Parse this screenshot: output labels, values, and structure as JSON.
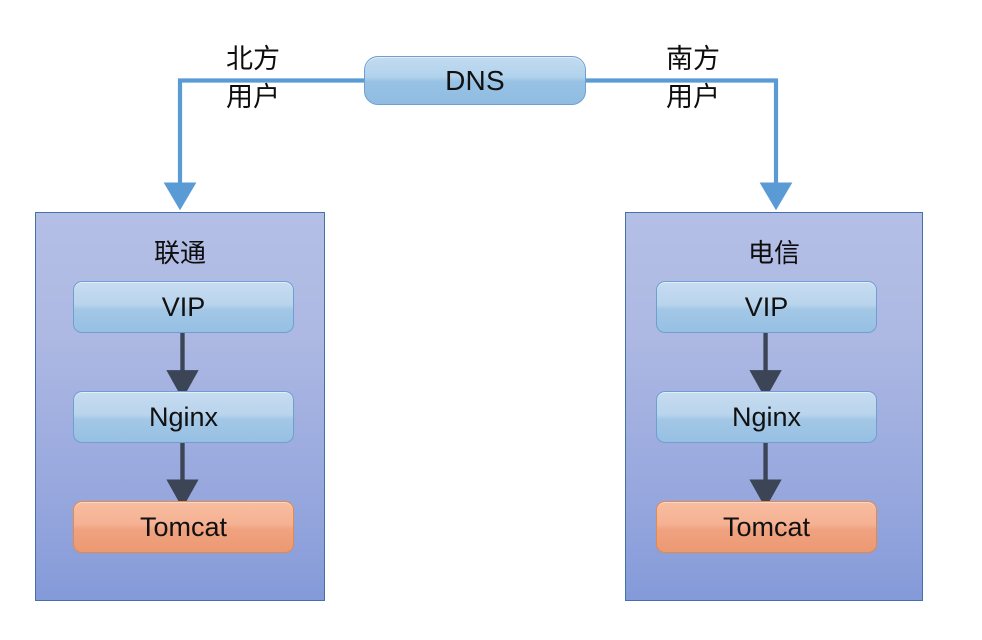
{
  "diagram": {
    "title": "DNS geo-routing dual-ISP deployment architecture",
    "background": "#ffffff"
  },
  "colors": {
    "connector_blue": "#5b9bd5",
    "panel_fill_top": "#b4bfe6",
    "panel_fill_bottom": "#8fa3dc",
    "panel_border": "#4472a8",
    "node_blue_top": "#c6dcf1",
    "node_blue_bottom": "#96c0e3",
    "node_blue_border": "#6f9fd0",
    "node_orange_top": "#f8bda0",
    "node_orange_bottom": "#eb9972",
    "node_orange_border": "#e08a4e",
    "inner_arrow": "#3b4556",
    "text": "#0d0d0d"
  },
  "dns": {
    "label": "DNS"
  },
  "edges": [
    {
      "id": "north-users",
      "label_line1": "北方",
      "label_line2": "用户",
      "from": "DNS",
      "to": "联通",
      "color": "#5b9bd5"
    },
    {
      "id": "south-users",
      "label_line1": "南方",
      "label_line2": "用户",
      "from": "DNS",
      "to": "电信",
      "color": "#5b9bd5"
    }
  ],
  "panels": [
    {
      "id": "left",
      "title": "联通",
      "nodes": [
        {
          "id": "vip",
          "label": "VIP",
          "style": "blue"
        },
        {
          "id": "nginx",
          "label": "Nginx",
          "style": "blue"
        },
        {
          "id": "tomcat",
          "label": "Tomcat",
          "style": "orange"
        }
      ],
      "flow": [
        "VIP",
        "Nginx",
        "Tomcat"
      ]
    },
    {
      "id": "right",
      "title": "电信",
      "nodes": [
        {
          "id": "vip",
          "label": "VIP",
          "style": "blue"
        },
        {
          "id": "nginx",
          "label": "Nginx",
          "style": "blue"
        },
        {
          "id": "tomcat",
          "label": "Tomcat",
          "style": "orange"
        }
      ],
      "flow": [
        "VIP",
        "Nginx",
        "Tomcat"
      ]
    }
  ]
}
